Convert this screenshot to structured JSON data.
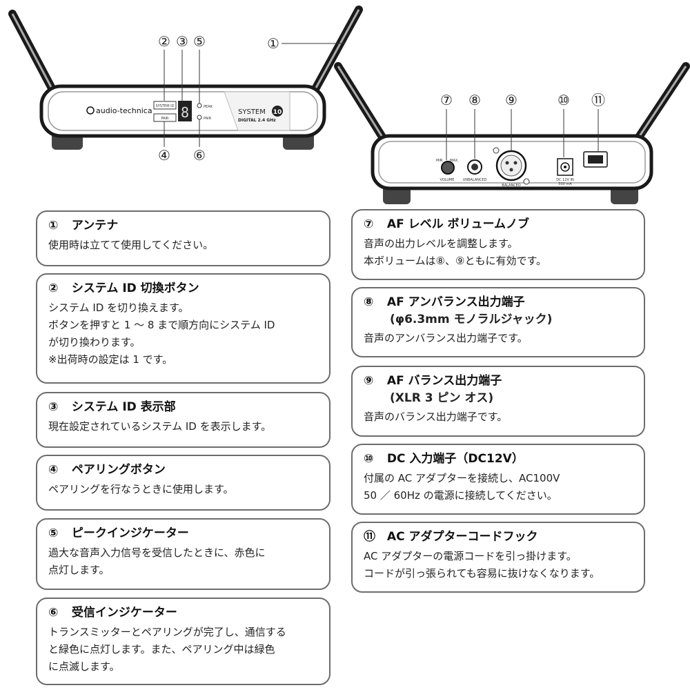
{
  "figure": {
    "front": {
      "brand": "audio-technica",
      "system_btn": "SYSTEM ID",
      "pair_btn": "PAIR",
      "display_digit": "8",
      "peak_label": "PEAK",
      "pair_label": "PAIR",
      "logo_text": "SYSTEM",
      "logo_num": "10",
      "logo_sub": "DIGITAL 2.4 GHz"
    },
    "rear": {
      "vol_min": "MIN",
      "vol_max": "MAX.",
      "vol_label": "VOLUME",
      "unbal_label": "UNBALANCED",
      "bal_label": "BALANCED",
      "dc_label1": "DC 12V IN",
      "dc_label2": "500 mA"
    },
    "callouts": [
      "①",
      "②",
      "③",
      "⑤",
      "④",
      "⑥",
      "⑦",
      "⑧",
      "⑨",
      "⑩",
      "⑪"
    ]
  },
  "cards": {
    "c1": {
      "num": "①",
      "title": "アンテナ",
      "lines": [
        "使用時は立てて使用してください。"
      ]
    },
    "c2": {
      "num": "②",
      "title": "システム ID 切換ボタン",
      "lines": [
        "システム ID を切り換えます。",
        "ボタンを押すと 1 ～ 8 まで順方向にシステム ID",
        "が切り換わります。",
        "※出荷時の設定は 1 です。"
      ]
    },
    "c3": {
      "num": "③",
      "title": "システム ID 表示部",
      "lines": [
        "現在設定されているシステム ID を表示します。"
      ]
    },
    "c4": {
      "num": "④",
      "title": "ペアリングボタン",
      "lines": [
        "ペアリングを行なうときに使用します。"
      ]
    },
    "c5": {
      "num": "⑤",
      "title": "ピークインジケーター",
      "lines": [
        "過大な音声入力信号を受信したときに、赤色に",
        "点灯します。"
      ]
    },
    "c6": {
      "num": "⑥",
      "title": "受信インジケーター",
      "lines": [
        "トランスミッターとペアリングが完了し、通信する",
        "と緑色に点灯します。また、ペアリング中は緑色",
        "に点滅します。"
      ]
    },
    "c7": {
      "num": "⑦",
      "title": "AF レベル ボリュームノブ",
      "lines": [
        "音声の出力レベルを調整します。",
        "本ボリュームは⑧、⑨ともに有効です。"
      ]
    },
    "c8": {
      "num": "⑧",
      "title": "AF アンバランス出力端子",
      "sub": "(φ6.3mm モノラルジャック)",
      "lines": [
        "音声のアンバランス出力端子です。"
      ]
    },
    "c9": {
      "num": "⑨",
      "title": "AF バランス出力端子",
      "sub": "(XLR 3 ピン オス)",
      "lines": [
        "音声のバランス出力端子です。"
      ]
    },
    "c10": {
      "num": "⑩",
      "title": "DC 入力端子（DC12V）",
      "lines": [
        "付属の AC アダプターを接続し、AC100V",
        "50 ／ 60Hz の電源に接続してください。"
      ]
    },
    "c11": {
      "num": "⑪",
      "title": "AC アダプターコードフック",
      "lines": [
        "AC アダプターの電源コードを引っ掛けます。",
        "コードが引っ張られても容易に抜けなくなります。"
      ]
    }
  }
}
